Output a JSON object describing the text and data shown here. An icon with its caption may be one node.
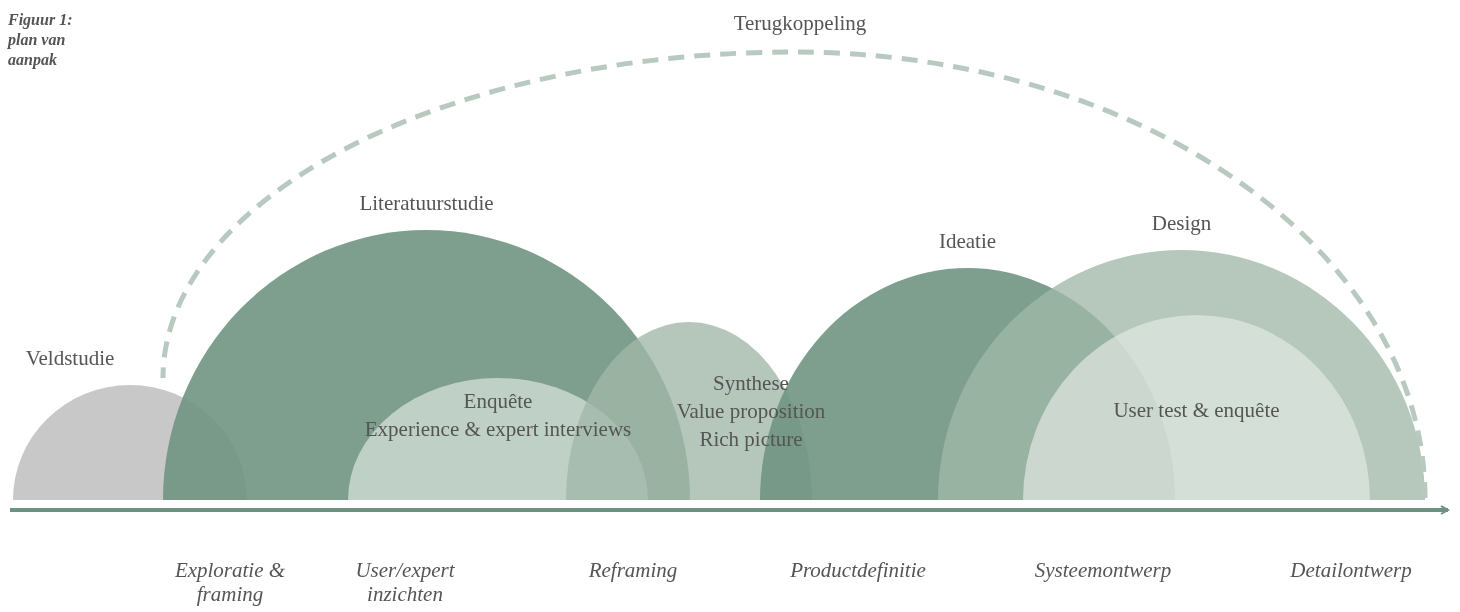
{
  "diagram": {
    "caption": "Figuur 1: plan van aanpak",
    "nodes": [
      {
        "text": [
          "Veldstudie"
        ]
      },
      {
        "text": [
          "Literatuurstudie"
        ]
      },
      {
        "text": [
          "Enquête",
          "Experience & expert interviews"
        ],
        "in": 1
      },
      {
        "text": [
          "Synthese",
          "Value proposition",
          "Rich picture"
        ]
      },
      {
        "text": [
          "Ideatie"
        ]
      },
      {
        "text": [
          "Design"
        ]
      },
      {
        "text": [
          "User test & enquête"
        ],
        "in": 5
      }
    ],
    "edges": [
      {
        "from": 5,
        "to": 1,
        "arrow": "none",
        "style": "dashed",
        "label": "Terugkoppeling"
      }
    ],
    "labels": [
      "Exploratie & framing",
      "User/expert inzichten",
      "Reframing",
      "Productdefinitie",
      "Systeemontwerp",
      "Detailontwerp"
    ]
  }
}
